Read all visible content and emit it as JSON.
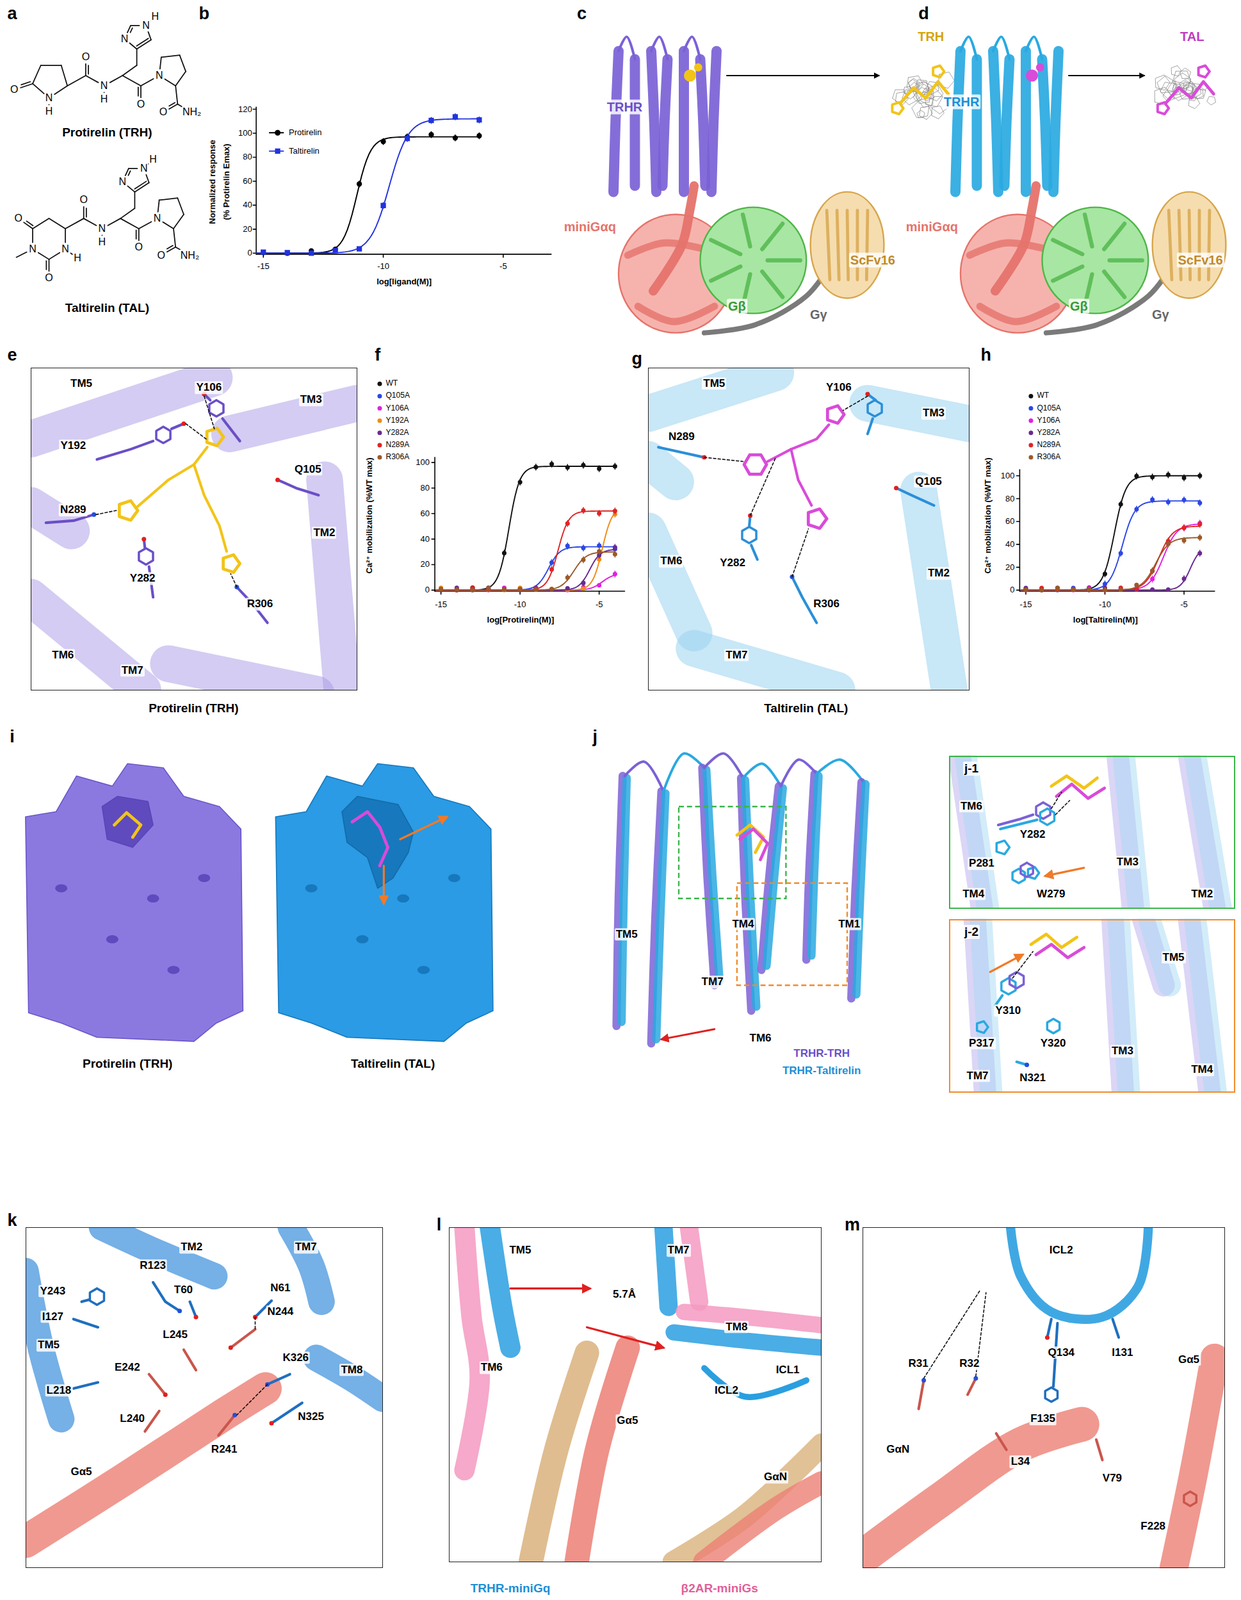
{
  "diagram": {
    "nodes": [
      {
        "text": [
          "TM5",
          "Y106",
          "TM3",
          "Y192",
          "Q105",
          "N289",
          "TM2",
          "Y282",
          "R306",
          "TM6",
          "TM7",
          "Protirelin (TRH)"
        ]
      },
      {
        "text": [
          "TM5",
          "Y106",
          "N289",
          "TM3",
          "Q105",
          "TM6",
          "Y282",
          "R306",
          "TM2",
          "TM7",
          "Taltirelin (TAL)"
        ]
      },
      {
        "text": [
          "j-1",
          "TM6",
          "Y282",
          "P281",
          "TM3",
          "TM4",
          "W279",
          "TM2"
        ]
      },
      {
        "text": [
          "j-2",
          "TM5",
          "Y310",
          "P317",
          "Y320",
          "TM3",
          "TM4",
          "TM7",
          "N321"
        ]
      },
      {
        "text": [
          "R123",
          "TM2",
          "TM7",
          "Y243",
          "T60",
          "N61",
          "I127",
          "N244",
          "L245",
          "TM5",
          "E242",
          "K326",
          "TM8",
          "L218",
          "L240",
          "N325",
          "R241",
          "Gα5"
        ]
      },
      {
        "text": [
          "TM5",
          "TM7",
          "5.7Å",
          "TM8",
          "TM6",
          "ICL1",
          "ICL2",
          "Gα5",
          "GαN"
        ]
      },
      {
        "text": [
          "ICL2",
          "R31",
          "R32",
          "Q134",
          "I131",
          "Gα5",
          "F135",
          "GαN",
          "L34",
          "V79",
          "F228"
        ]
      }
    ],
    "labels": [
      "a",
      "O",
      "N",
      "H",
      "O",
      "N",
      "H",
      "N",
      "N",
      "H",
      "O",
      "N",
      "O",
      "NH₂",
      "Protirelin (TRH)",
      "O",
      "N",
      "O",
      "N",
      "H",
      "O",
      "N",
      "H",
      "N",
      "N",
      "H",
      "O",
      "N",
      "O",
      "NH₂",
      "Taltirelin (TAL)",
      "b",
      "0",
      "20",
      "40",
      "60",
      "80",
      "100",
      "120",
      "-15",
      "-10",
      "-5",
      "Normalized response",
      "(% Protirelin Emax)",
      "log[ligand(M)]",
      "c",
      "TRHR",
      "TRH",
      "miniGαq",
      "Gβ",
      "Gγ",
      "ScFv16",
      "d",
      "TRHR",
      "TAL",
      "miniGαq",
      "Gβ",
      "Gγ",
      "ScFv16",
      "e",
      "f",
      "0",
      "20",
      "40",
      "60",
      "80",
      "100",
      "-15",
      "-10",
      "-5",
      "Ca²⁺ mobilization (%WT max)",
      "log[Protirelin(M)]",
      "g",
      "h",
      "0",
      "20",
      "40",
      "60",
      "80",
      "100",
      "-15",
      "-10",
      "-5",
      "Ca²⁺ mobilization (%WT max)",
      "log[Taltirelin(M)]",
      "i",
      "Protirelin (TRH)",
      "Taltirelin (TAL)",
      "j",
      "TM5",
      "TM4",
      "TM1",
      "TM7",
      "TM6",
      "TRHR-TRH",
      "TRHR-Taltirelin",
      "k",
      "l",
      "TRHR-miniGq",
      "β2AR-miniGs",
      "m"
    ],
    "legend": [
      {
        "text": "Protirelin"
      },
      {
        "text": "Taltirelin"
      },
      {
        "text": "WT"
      },
      {
        "text": "Q105A"
      },
      {
        "text": "Y106A"
      },
      {
        "text": "Y192A"
      },
      {
        "text": "Y282A"
      },
      {
        "text": "N289A"
      },
      {
        "text": "R306A"
      },
      {
        "text": "WT"
      },
      {
        "text": "Q105A"
      },
      {
        "text": "Y106A"
      },
      {
        "text": "Y282A"
      },
      {
        "text": "N289A"
      },
      {
        "text": "R306A"
      }
    ]
  }
}
